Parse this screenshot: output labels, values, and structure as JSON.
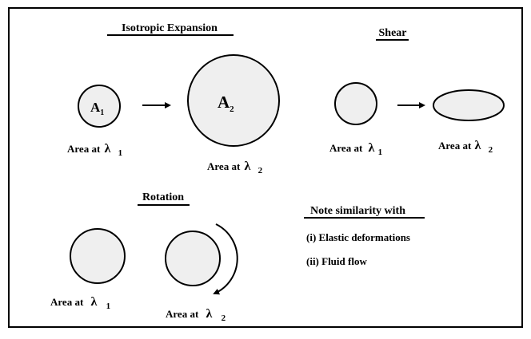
{
  "isotropic": {
    "heading": "Isotropic Expansion",
    "a1_letter": "A",
    "a1_sub": "1",
    "a2_letter": "A",
    "a2_sub": "2",
    "cap1_prefix": "Area at",
    "cap1_lambda": "λ",
    "cap1_sub": "1",
    "cap2_prefix": "Area at",
    "cap2_lambda": "λ",
    "cap2_sub": "2"
  },
  "shear": {
    "heading": "Shear",
    "cap1_prefix": "Area at",
    "cap1_lambda": "λ",
    "cap1_sub": "1",
    "cap2_prefix": "Area at",
    "cap2_lambda": "λ",
    "cap2_sub": "2"
  },
  "rotation": {
    "heading": "Rotation",
    "cap1_prefix": "Area at",
    "cap1_lambda": "λ",
    "cap1_sub": "1",
    "cap2_prefix": "Area at",
    "cap2_lambda": "λ",
    "cap2_sub": "2"
  },
  "note": {
    "heading": "Note similarity with",
    "item1": "(i) Elastic deformations",
    "item2": "(ii) Fluid flow"
  },
  "colors": {
    "shape_fill": "#efefef",
    "stroke": "#000000",
    "background": "#ffffff"
  },
  "icons": [
    "right-arrow-icon",
    "curved-rotation-arrow-icon"
  ]
}
